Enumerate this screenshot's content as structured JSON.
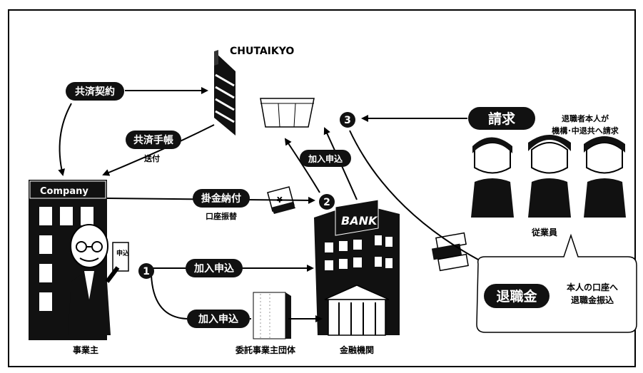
{
  "org_name": "CHUTAIKYO",
  "company_label": "Company",
  "bank_label": "BANK",
  "yen_symbol": "¥",
  "slip_text": "申込",
  "steps": {
    "one": "1",
    "two": "2",
    "three": "3"
  },
  "labels": {
    "contract": "共済契約",
    "passbook": "共済手帳",
    "passbook_sub": "送付",
    "payment": "掛金納付",
    "payment_sub": "口座振替",
    "apply_top": "加入申込",
    "apply_bottom": "加入申込",
    "apply_bank_to_org": "加入申込",
    "request": "請求",
    "request_note_line1": "退職者本人が",
    "request_note_line2": "機構･中退共へ請求",
    "retirement": "退職金",
    "retirement_note_line1": "本人の口座へ",
    "retirement_note_line2": "退職金振込",
    "employees": "従業員",
    "employer": "事業主",
    "association": "委託事業主団体",
    "financial_institution": "金融機関"
  },
  "colors": {
    "pill": "#111111",
    "line": "#000000",
    "frame": "#000000"
  }
}
